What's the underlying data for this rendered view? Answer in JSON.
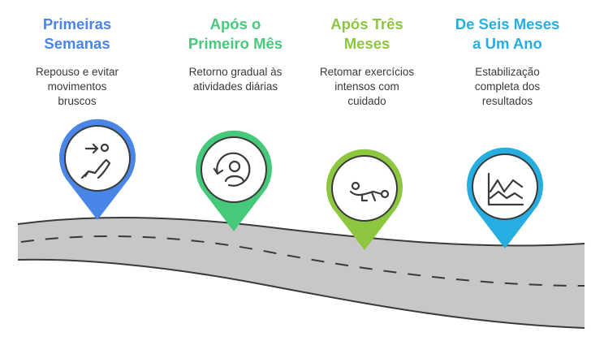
{
  "colors": {
    "road": "#c7c7c7",
    "road_edge": "#3a3a3a",
    "road_dash": "#3a3a3a",
    "step1": "#4a86e8",
    "step2": "#47c97b",
    "step3": "#8dc63f",
    "step4": "#27aee0"
  },
  "steps": [
    {
      "title": "Primeiras\nSemanas",
      "description": "Repouso e evitar\nmovimentos\nbruscos",
      "icon": "reclining-person-icon"
    },
    {
      "title": "Após o\nPrimeiro Mês",
      "description": "Retorno gradual às\natividades diárias",
      "icon": "person-refresh-icon"
    },
    {
      "title": "Após Três\nMeses",
      "description": "Retomar exercícios\nintensos com\ncuidado",
      "icon": "exercising-person-icon"
    },
    {
      "title": "De Seis Meses\na Um Ano",
      "description": "Estabilização\ncompleta dos\nresultados",
      "icon": "line-chart-icon"
    }
  ]
}
